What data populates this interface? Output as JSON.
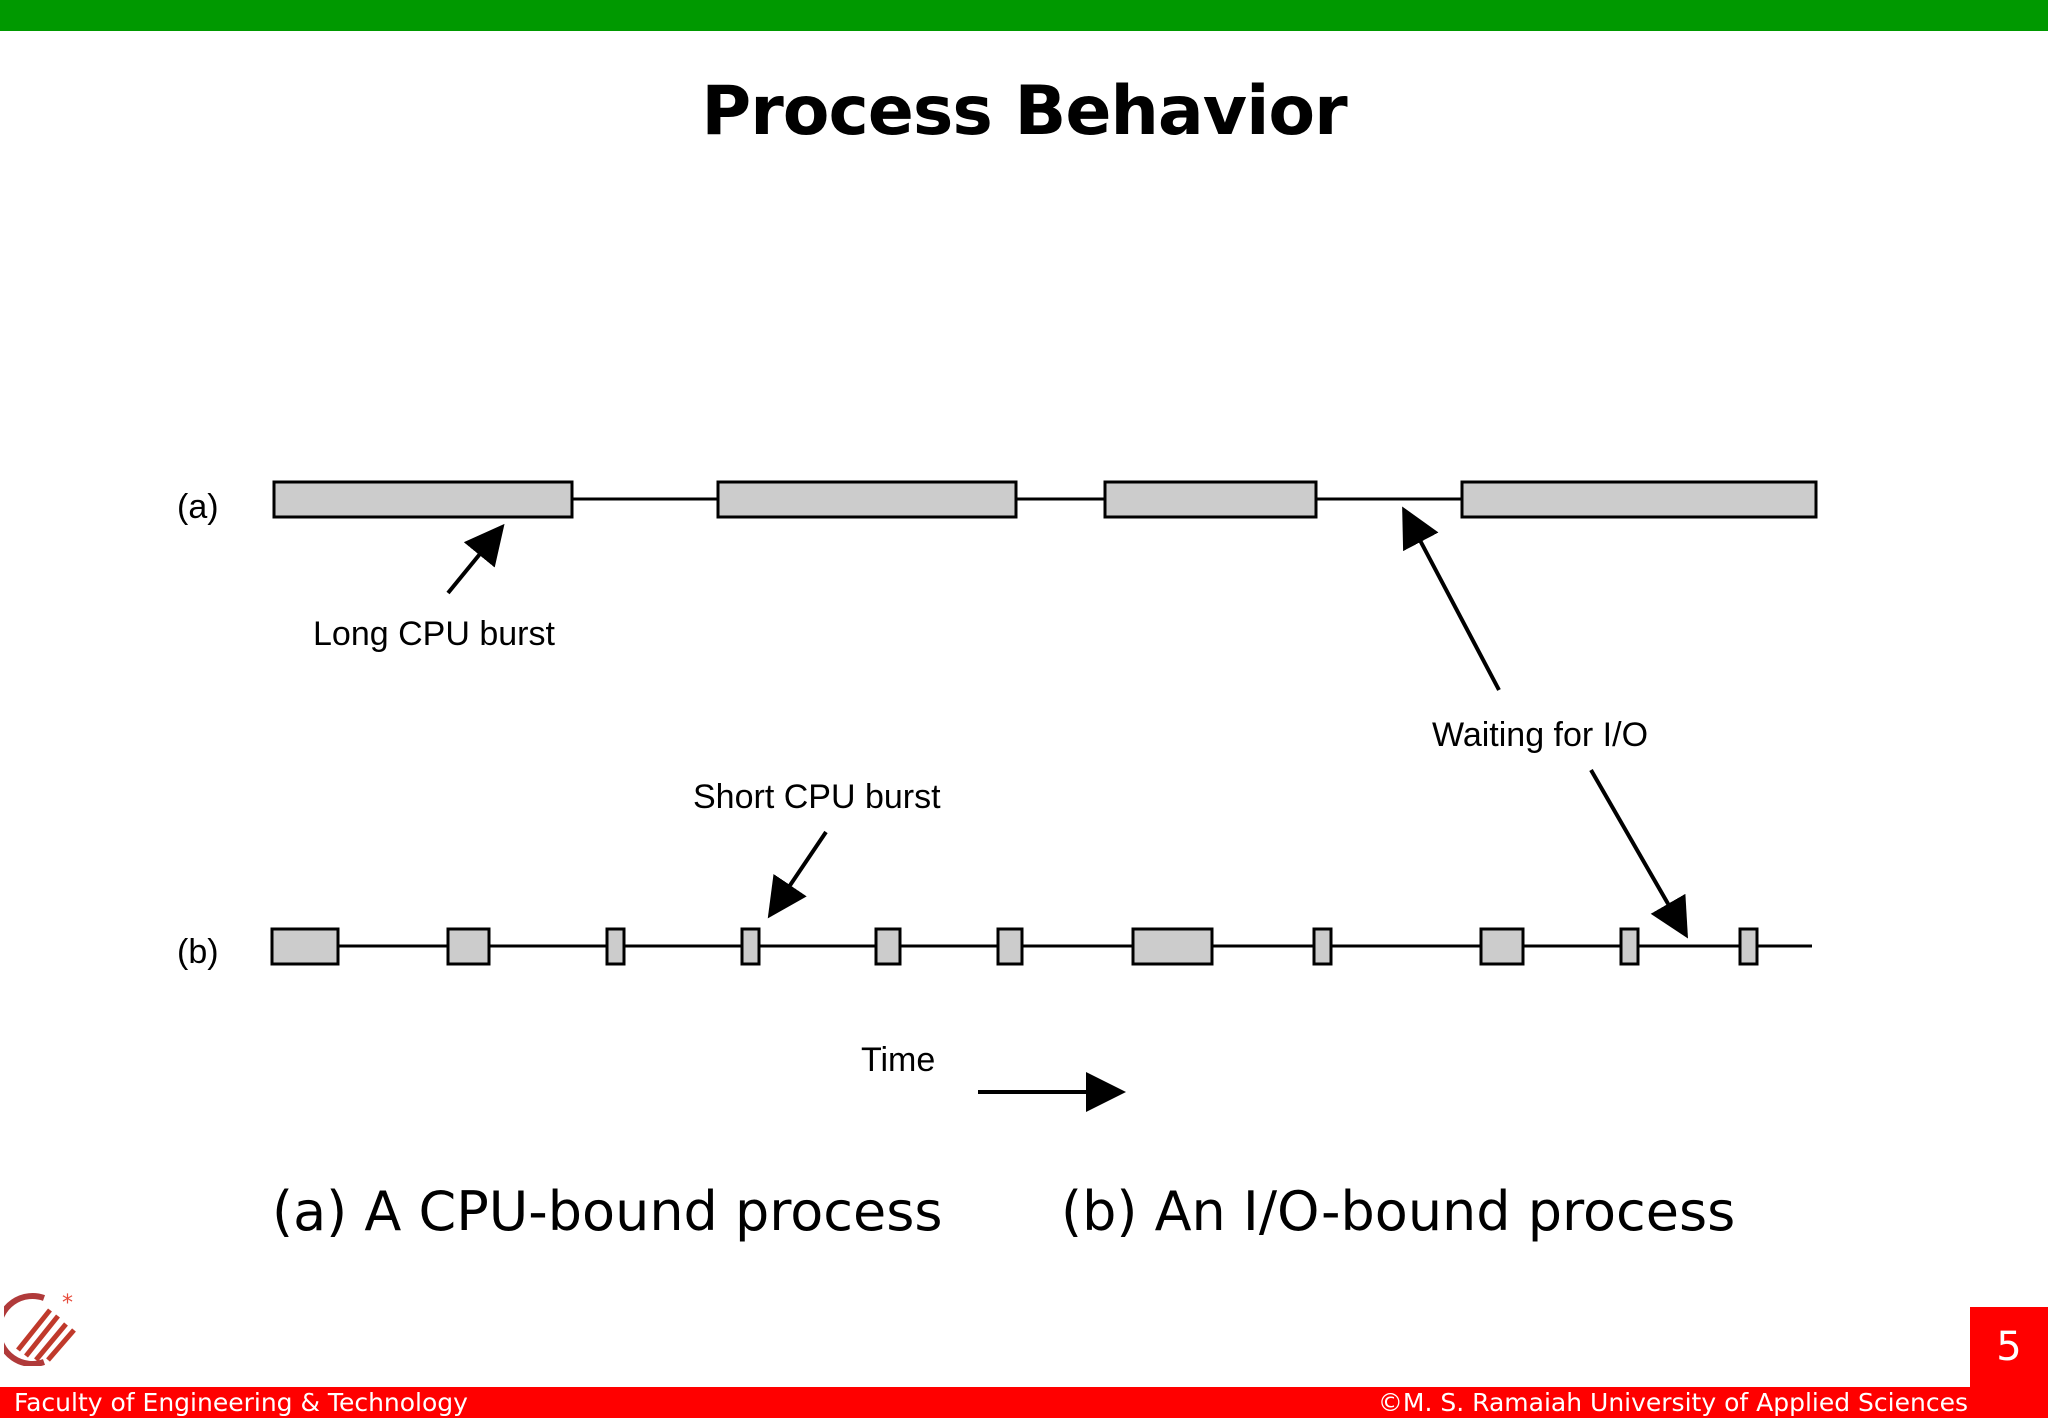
{
  "slide": {
    "title": "Process Behavior",
    "page_number": "5"
  },
  "diagram": {
    "row_a_label": "(a)",
    "row_b_label": "(b)",
    "long_burst_label": "Long CPU burst",
    "short_burst_label": "Short CPU burst",
    "waiting_label": "Waiting for I/O",
    "time_label": "Time"
  },
  "captions": {
    "cpu_bound": "(a) A CPU-bound process",
    "io_bound": "(b) An I/O-bound process"
  },
  "footer": {
    "left": "Faculty of Engineering & Technology",
    "right": "©M. S. Ramaiah University of Applied Sciences"
  },
  "colors": {
    "top_bar": "#009900",
    "footer": "#ff0000",
    "burst_fill": "#cccccc"
  }
}
